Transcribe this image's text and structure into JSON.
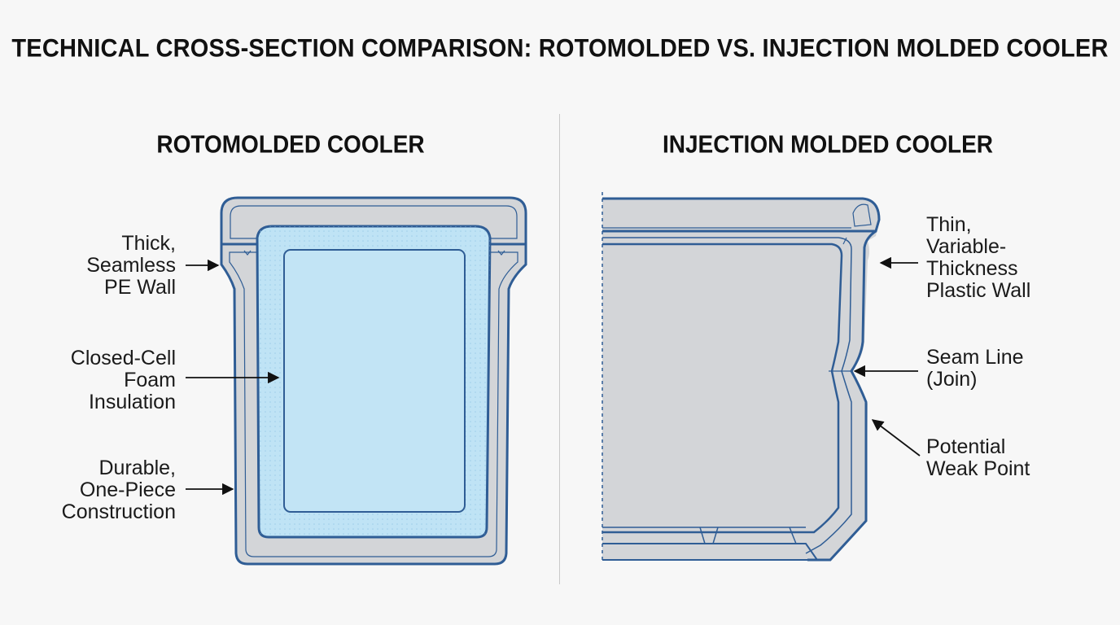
{
  "title": "TECHNICAL CROSS-SECTION COMPARISON: ROTOMOLDED VS. INJECTION MOLDED COOLER",
  "left_panel": {
    "title": "ROTOMOLDED COOLER",
    "callouts": [
      {
        "text": "Thick,\nSeamless\nPE Wall"
      },
      {
        "text": "Closed-Cell\nFoam\nInsulation"
      },
      {
        "text": "Durable,\nOne-Piece\nConstruction"
      }
    ]
  },
  "right_panel": {
    "title": "INJECTION MOLDED COOLER",
    "callouts": [
      {
        "text": "Thin,\nVariable-\nThickness\nPlastic Wall"
      },
      {
        "text": "Seam Line\n(Join)"
      },
      {
        "text": "Potential\nWeak Point"
      }
    ]
  },
  "colors": {
    "outline": "#2f5d95",
    "wall_gray": "#d3d5d8",
    "foam_blue": "#bfe3f5",
    "background": "#f7f7f7"
  }
}
